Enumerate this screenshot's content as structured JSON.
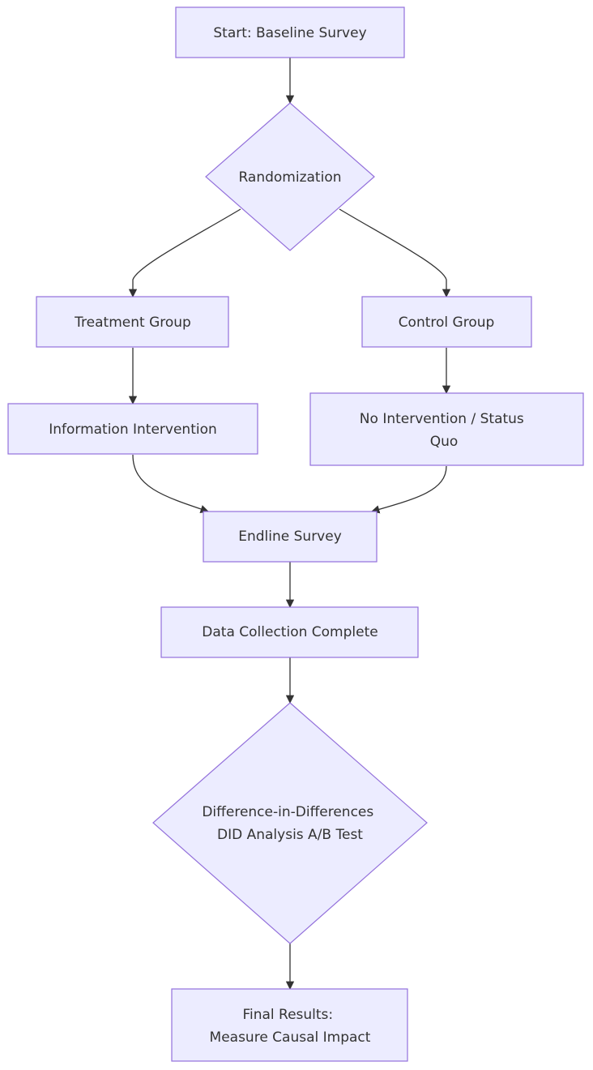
{
  "diagram": {
    "type": "flowchart",
    "colors": {
      "node_fill": "#ececff",
      "node_stroke": "#9370db",
      "edge": "#333333",
      "text": "#333333"
    },
    "nodes": {
      "start": {
        "shape": "rectangle",
        "lines": [
          "Start: Baseline Survey"
        ]
      },
      "randomization": {
        "shape": "diamond",
        "lines": [
          "Randomization"
        ]
      },
      "treatment": {
        "shape": "rectangle",
        "lines": [
          "Treatment Group"
        ]
      },
      "control": {
        "shape": "rectangle",
        "lines": [
          "Control Group"
        ]
      },
      "information": {
        "shape": "rectangle",
        "lines": [
          "Information Intervention"
        ]
      },
      "no_intervention": {
        "shape": "rectangle",
        "lines": [
          "No Intervention / Status",
          "Quo"
        ]
      },
      "endline": {
        "shape": "rectangle",
        "lines": [
          "Endline Survey"
        ]
      },
      "data_collection": {
        "shape": "rectangle",
        "lines": [
          "Data Collection Complete"
        ]
      },
      "did": {
        "shape": "diamond",
        "lines": [
          "Difference-in-Differences",
          "DID Analysis A/B Test"
        ]
      },
      "final": {
        "shape": "rectangle",
        "lines": [
          "Final Results:",
          "Measure Causal Impact"
        ]
      }
    },
    "edges": [
      {
        "from": "start",
        "to": "randomization"
      },
      {
        "from": "randomization",
        "to": "treatment"
      },
      {
        "from": "randomization",
        "to": "control"
      },
      {
        "from": "treatment",
        "to": "information"
      },
      {
        "from": "control",
        "to": "no_intervention"
      },
      {
        "from": "information",
        "to": "endline"
      },
      {
        "from": "no_intervention",
        "to": "endline"
      },
      {
        "from": "endline",
        "to": "data_collection"
      },
      {
        "from": "data_collection",
        "to": "did"
      },
      {
        "from": "did",
        "to": "final"
      }
    ]
  }
}
